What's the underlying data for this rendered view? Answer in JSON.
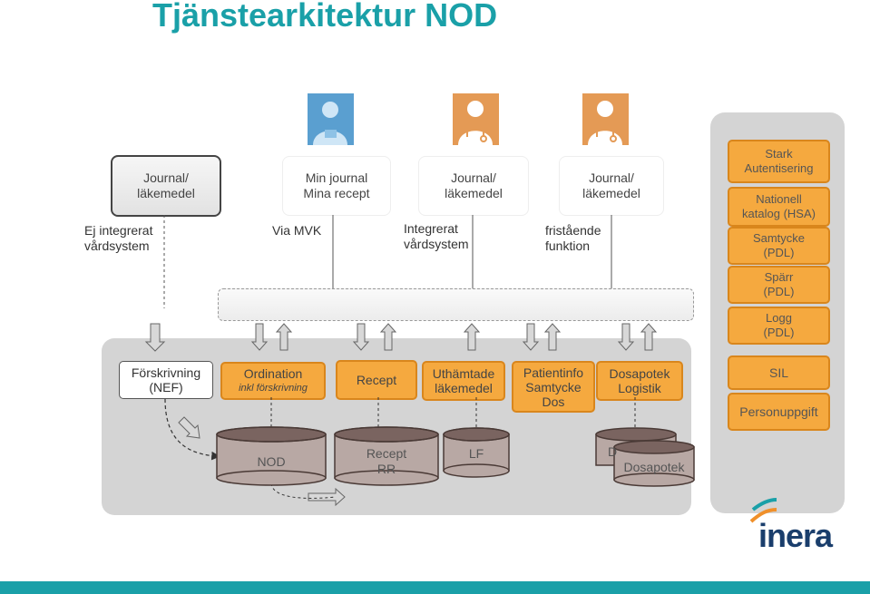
{
  "title": "Tjänstearkitektur NOD",
  "clients": [
    {
      "label": "Journal/\nläkemedel",
      "caption": "Ej integrerat\nvårdsystem"
    },
    {
      "label": "Min journal\nMina recept",
      "caption": "Via MVK"
    },
    {
      "label": "Journal/\nläkemedel",
      "caption": "Integrerat\nvårdsystem"
    },
    {
      "label": "Journal/\nläkemedel",
      "caption": "fristående\nfunktion"
    }
  ],
  "right_column": [
    "Stark\nAutentisering",
    "Nationell\nkatalog (HSA)",
    "Samtycke\n(PDL)",
    "Spärr\n(PDL)",
    "Logg\n(PDL)"
  ],
  "services": {
    "forskrivning": "Förskrivning\n(NEF)",
    "ordination": "Ordination",
    "ordination_sub": "inkl förskrivning",
    "recept": "Recept",
    "uthamtade": "Uthämtade\nläkemedel",
    "patientinfo": "Patientinfo\nSamtycke\nDos",
    "dosapotek_logistik": "Dosapotek\nLogistik"
  },
  "sil": {
    "title": "SIL",
    "personuppgift": "Personuppgift"
  },
  "databases": {
    "nod": "NOD",
    "recept_rr": "Recept\nRR",
    "lf": "LF",
    "back_partial": "D",
    "dosapotek": "Dosapotek"
  },
  "logo": "inera",
  "colors": {
    "title": "#1aa0a8",
    "service_fill": "#f5a93f",
    "service_border": "#d9861c",
    "background_panel": "#d4d4d4",
    "database_fill": "#7a6460",
    "footer_bar": "#1aa0a8",
    "logo_text": "#1a3e6c",
    "logo_accent": "#f0902a"
  }
}
